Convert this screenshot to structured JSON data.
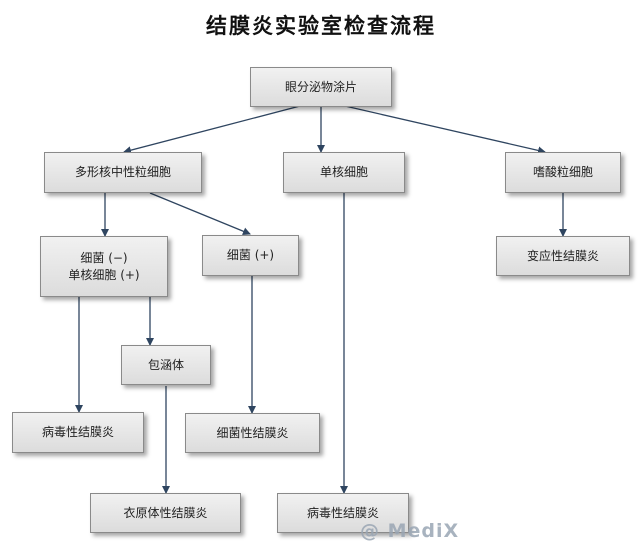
{
  "title": "结膜炎实验室检查流程",
  "nodes": {
    "smear": "眼分泌物涂片",
    "pmn": "多形核中性粒细胞",
    "mono": "单核细胞",
    "eos": "嗜酸粒细胞",
    "bact_neg_line1": "细菌 (−)",
    "bact_neg_line2": "单核细胞 (+)",
    "bact_pos": "细菌 (+)",
    "allergic": "变应性结膜炎",
    "inclusion": "包涵体",
    "viral_left": "病毒性结膜炎",
    "bacterial": "细菌性结膜炎",
    "chlamydial": "衣原体性结膜炎",
    "viral_bottom": "病毒性结膜炎"
  },
  "watermark": "@ MediX"
}
